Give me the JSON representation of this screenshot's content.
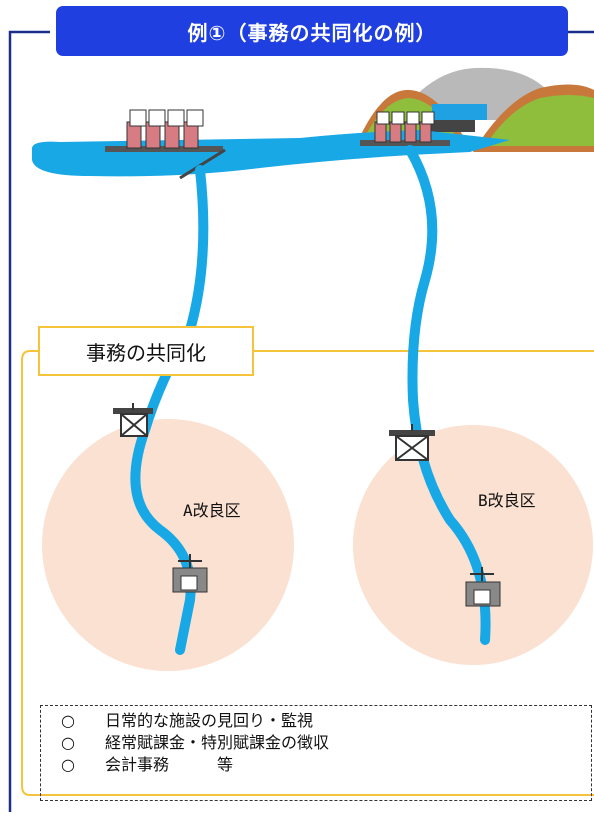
{
  "title": "例①（事務の共同化の例）",
  "group_label": "事務の共同化",
  "districts": {
    "a": "A改良区",
    "b": "B改良区"
  },
  "tasks": [
    {
      "mark": "○",
      "text": "日常的な施設の見回り・監視"
    },
    {
      "mark": "○",
      "text": "経常賦課金・特別賦課金の徴収"
    },
    {
      "mark": "○",
      "text": "会計事務　　　等"
    }
  ],
  "colors": {
    "banner": "#1f3fe0",
    "river": "#19a8e6",
    "district_circle": "#fbe1d2",
    "frame_line": "#f5c43b",
    "outer_line": "#1a2e8a"
  }
}
